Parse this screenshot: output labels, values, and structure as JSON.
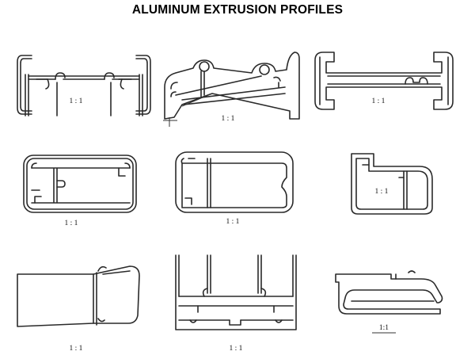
{
  "title": "ALUMINUM EXTRUSION PROFILES",
  "profiles": [
    {
      "id": "p1",
      "scale_label": "1 : 1"
    },
    {
      "id": "p2",
      "scale_label": "1 : 1"
    },
    {
      "id": "p3",
      "scale_label": "1 : 1"
    },
    {
      "id": "p4",
      "scale_label": "1 : 1"
    },
    {
      "id": "p5",
      "scale_label": "1 : 1"
    },
    {
      "id": "p6",
      "scale_label": "1 : 1"
    },
    {
      "id": "p7",
      "scale_label": "1 : 1"
    },
    {
      "id": "p8",
      "scale_label": "1 : 1"
    },
    {
      "id": "p9",
      "scale_label": "1:1"
    }
  ]
}
